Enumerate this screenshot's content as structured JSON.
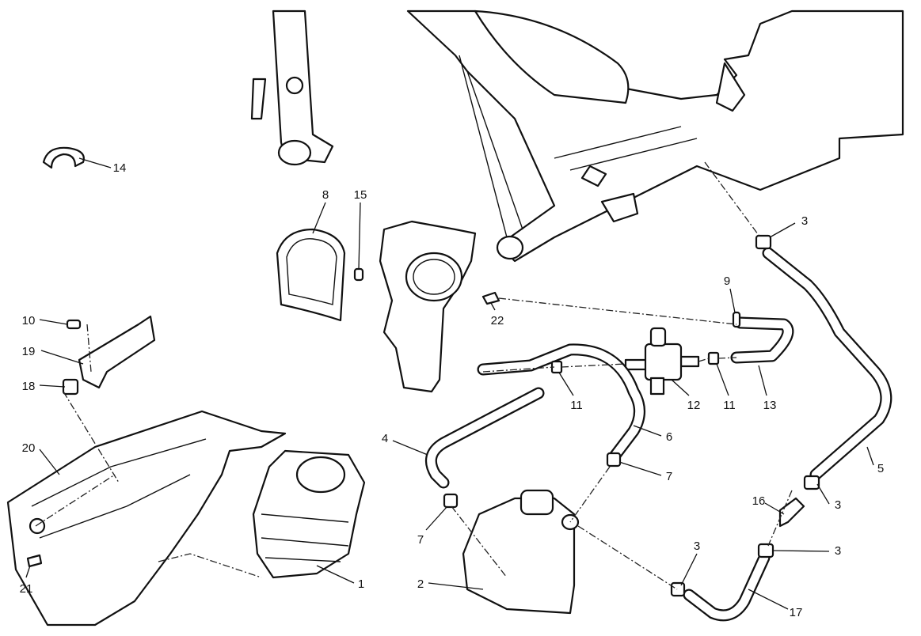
{
  "diagram": {
    "callouts": [
      "14",
      "8",
      "15",
      "10",
      "19",
      "18",
      "20",
      "21",
      "22",
      "9",
      "3",
      "12",
      "11",
      "11",
      "13",
      "4",
      "6",
      "7",
      "7",
      "5",
      "16",
      "3",
      "3",
      "3",
      "1",
      "2",
      "17"
    ]
  }
}
